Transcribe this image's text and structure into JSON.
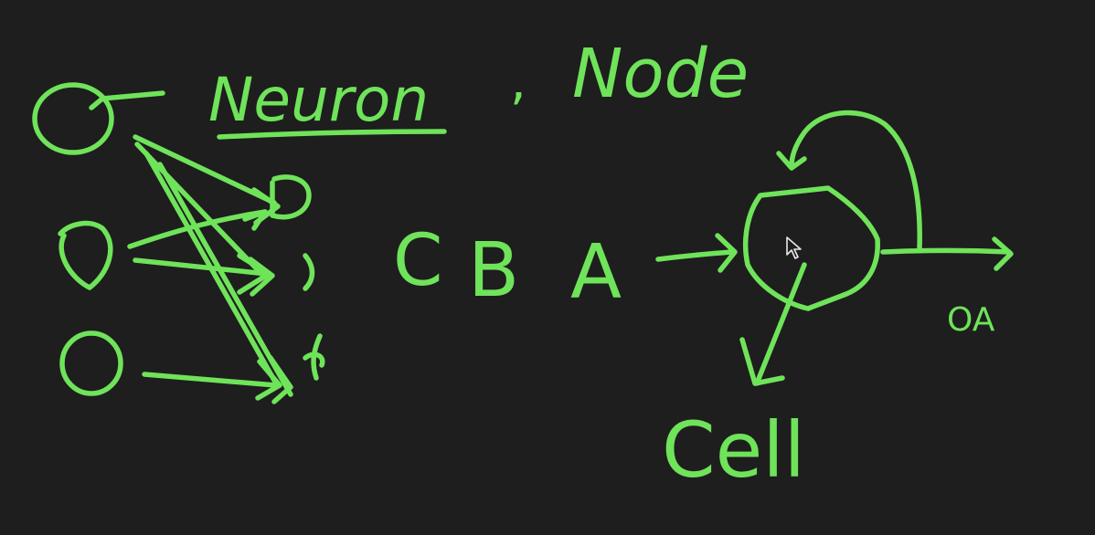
{
  "canvas": {
    "background": "#1e1e1e",
    "ink_color": "#6fe35a"
  },
  "labels": {
    "neuron": "Neuron",
    "comma": ",",
    "node": "Node",
    "input_c": "C",
    "input_b": "B",
    "input_a": "A",
    "cell": "Cell",
    "output": "OA"
  },
  "icons": {
    "pointer": "arrow-cursor-icon"
  }
}
